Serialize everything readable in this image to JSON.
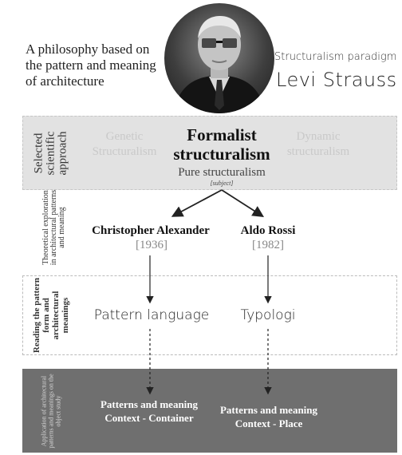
{
  "header": {
    "intro": "A philosophy based on the pattern and meaning of architecture",
    "paradigm": "Structuralism paradigm",
    "name": "Levi Strauss"
  },
  "approach": {
    "label": "Selected scientific approach",
    "left": "Genetic Structuralism",
    "center": "Formalist structuralism",
    "center_sub": "Pure structuralism",
    "center_note": "[subject]",
    "right": "Dynamic structuralism"
  },
  "theory": {
    "label": "Theoretical exploration in architectural patterns and meaning",
    "left": {
      "name": "Christopher Alexander",
      "year": "[1936]"
    },
    "right": {
      "name": "Aldo Rossi",
      "year": "[1982]"
    }
  },
  "reading": {
    "label": "Reading the pattern form and architectural meanings",
    "left": "Pattern language",
    "right": "Typologi"
  },
  "application": {
    "label": "Application of architectural patterns and meanings on the object study",
    "left": "Patterns and meaning Context - Container",
    "right": "Patterns and meaning Context - Place"
  }
}
